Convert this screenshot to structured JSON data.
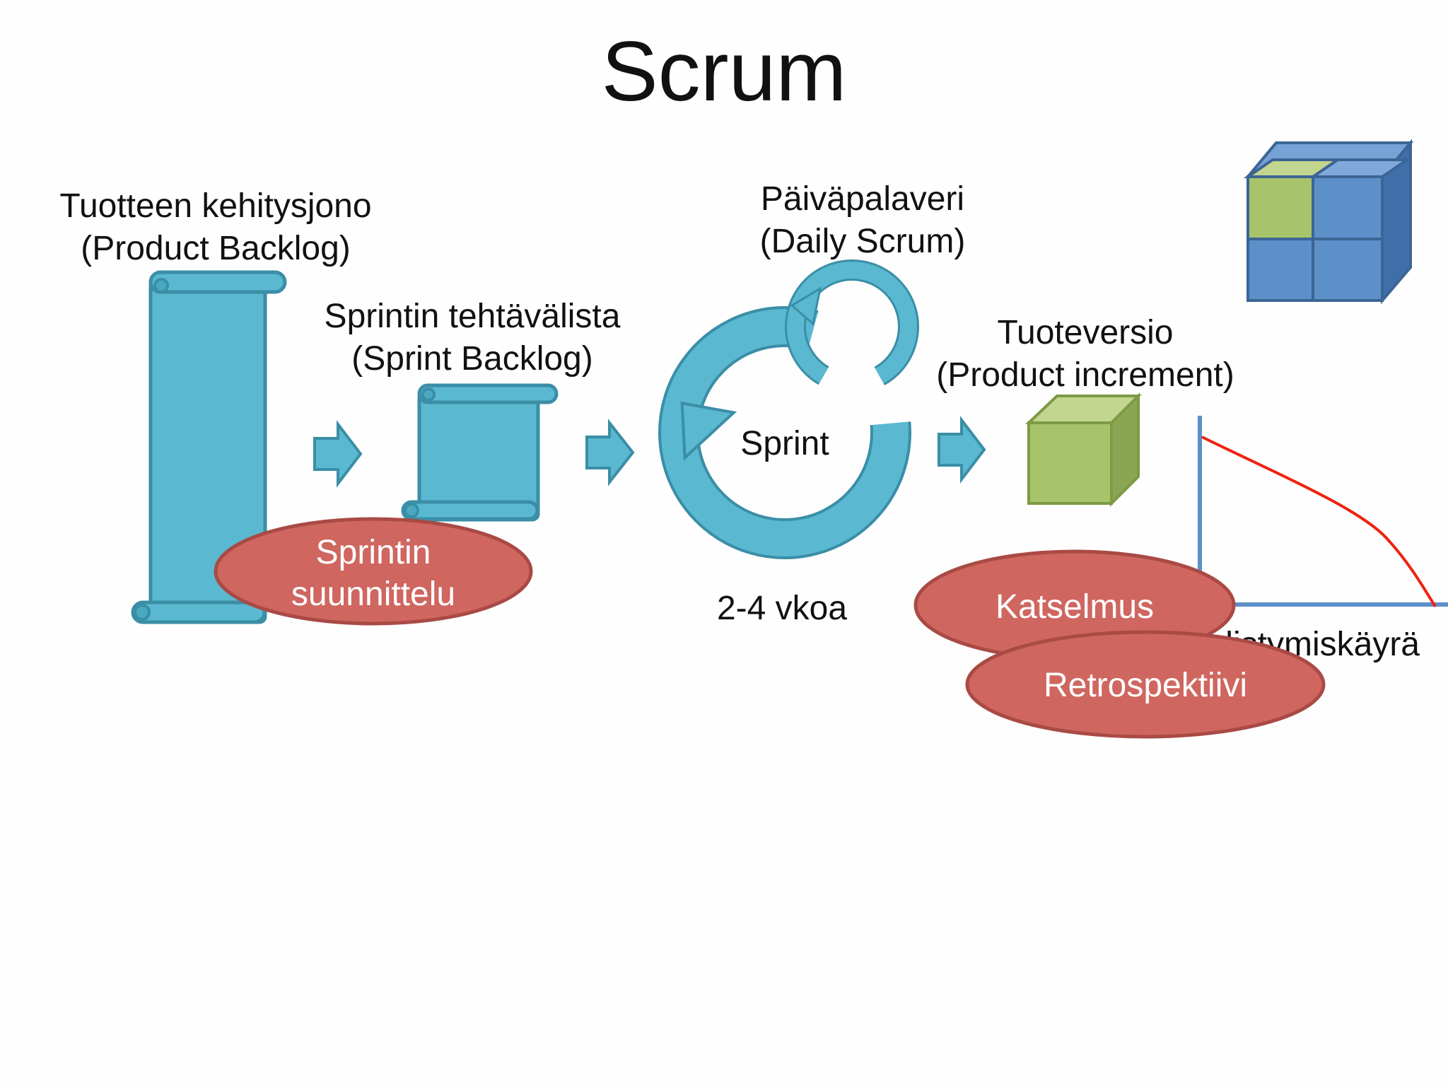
{
  "slide": {
    "title": "Scrum",
    "product_backlog": {
      "line1": "Tuotteen kehitysjono",
      "line2": "(Product Backlog)"
    },
    "sprint_backlog": {
      "line1": "Sprintin tehtävälista",
      "line2": "(Sprint Backlog)"
    },
    "daily_scrum": {
      "line1": "Päiväpalaveri",
      "line2": "(Daily Scrum)"
    },
    "sprint_label": "Sprint",
    "sprint_duration": "2-4 vkoa",
    "product_increment": {
      "line1": "Tuoteversio",
      "line2": "(Product increment)"
    },
    "burndown_label": "Edistymiskäyrä",
    "sprint_planning": {
      "line1": "Sprintin",
      "line2": "suunnittelu"
    },
    "review_label": "Katselmus",
    "retrospective_label": "Retrospektiivi"
  },
  "colors": {
    "scroll_fill": "#5ab8d0",
    "scroll_stroke": "#3a8ea6",
    "ellipse_fill": "#cf6660",
    "ellipse_stroke": "#a94a45",
    "green_cube": "#a8c46a",
    "blue_cube": "#5d8fc9",
    "burndown_line": "#ee2211",
    "axis": "#5d8fc9"
  },
  "icons": {
    "arrows": "right-arrow-icon",
    "cycle": "circular-arrow-icon",
    "scrolls": "scroll-icon",
    "cube": "cube-icon"
  }
}
